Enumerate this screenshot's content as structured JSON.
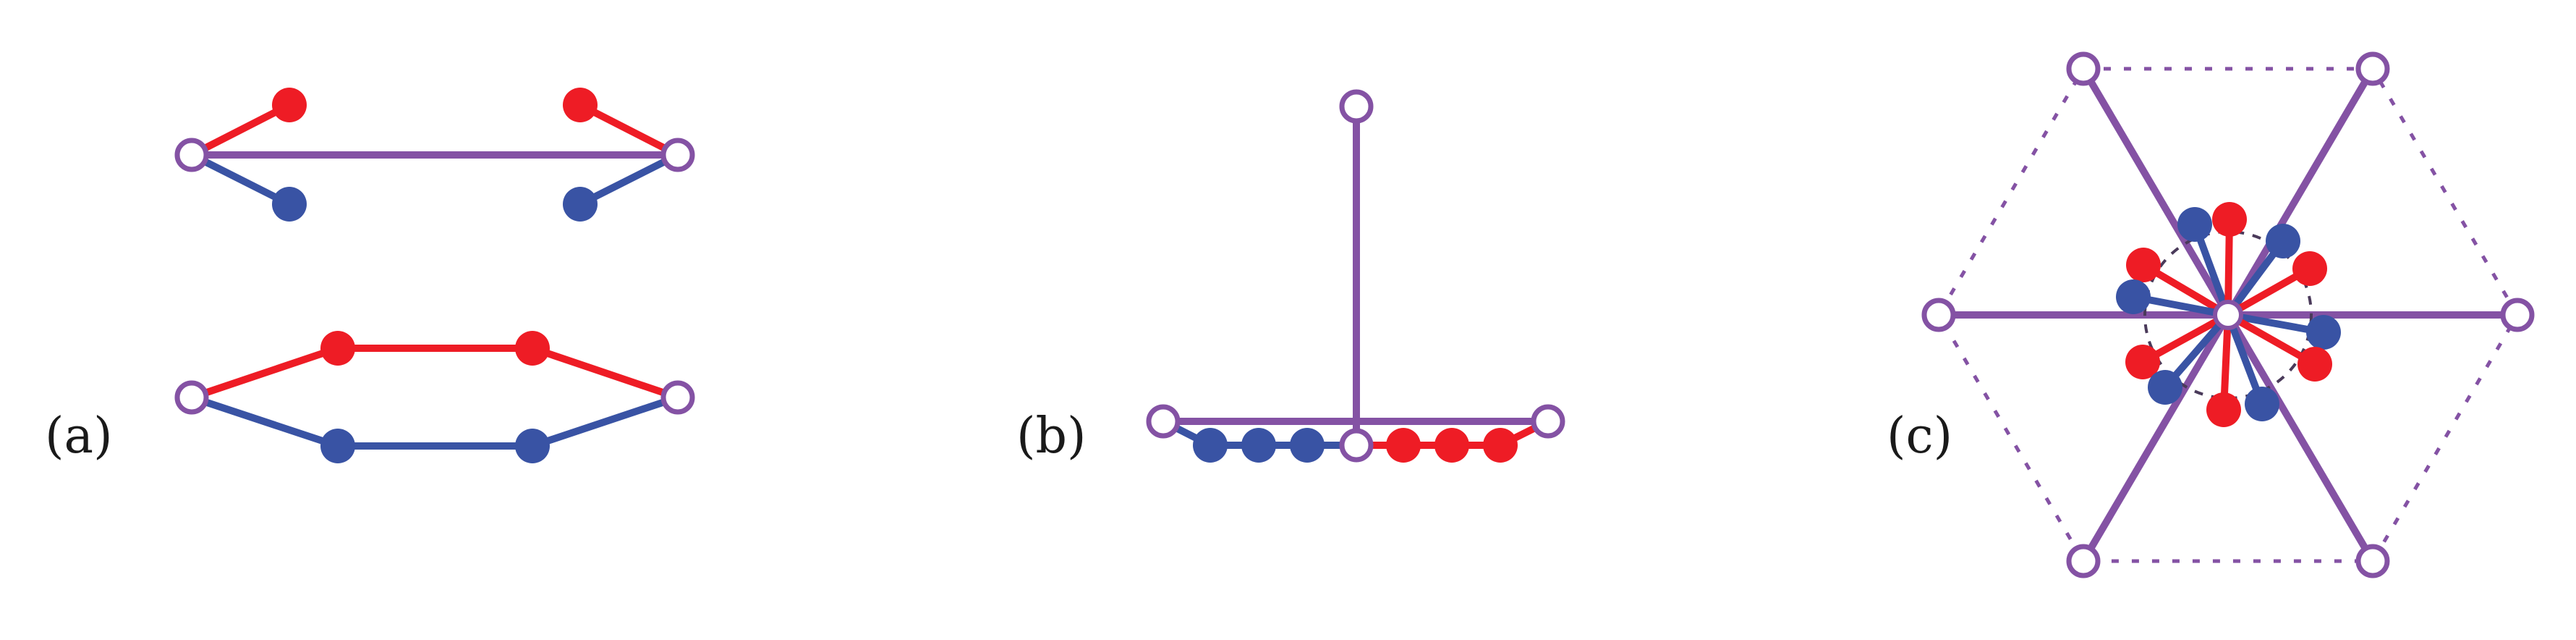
{
  "colors": {
    "purple": "#8452a4",
    "red": "#ee1c25",
    "blue": "#3953a4",
    "background": "#ffffff",
    "label": "#1a1a1a"
  },
  "panels": [
    {
      "id": "a",
      "label": "(a)"
    },
    {
      "id": "b",
      "label": "(b)"
    },
    {
      "id": "c",
      "label": "(c)"
    }
  ]
}
